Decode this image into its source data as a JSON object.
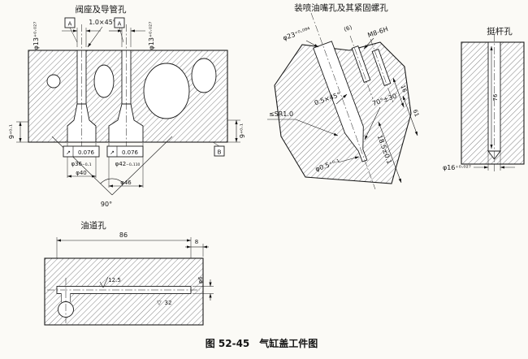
{
  "caption": "图 52-45　气缸盖工件图",
  "symbols": {
    "runout": "↗",
    "finish_triangle": "▽"
  },
  "valve_section": {
    "title": "阀座及导管孔",
    "d13_left": "φ13⁺⁰·⁰²⁷",
    "d13_right": "φ13⁺⁰·⁰²⁷",
    "chamfer": "1.0×45°",
    "datum_a": "A",
    "datum_b": "B",
    "h9_left": "9⁺⁰·¹",
    "h9_right": "9⁺⁰·¹",
    "runout_left": "0.076",
    "runout_right": "0.076",
    "d36": "φ36₋₀.₁",
    "d42": "φ42₋₀.₁₁₀",
    "d40": "φ40",
    "d46": "φ46",
    "seat_angle": "90°"
  },
  "injector_section": {
    "title": "装喷油嘴孔及其紧固螺孔",
    "d23": "φ23⁺⁰·⁰⁸⁴",
    "ref6": "(6)",
    "thread": "M8-6H",
    "chamfer": "0.5×45°",
    "cone_angle": "70°±30′",
    "sr": "≤SR1.0",
    "d05": "φ0.5⁺⁰·¹",
    "depth": "18.5±0.1",
    "dim16": "16",
    "dim61": "61"
  },
  "tappet_section": {
    "title": "挺杆孔",
    "d16": "φ16⁺⁰·⁰²⁷",
    "depth": "76"
  },
  "oil_section": {
    "title": "油道孔",
    "len86": "86",
    "len8": "8",
    "d6": "φ6",
    "ra12_5": "12.5",
    "ra32": "32"
  }
}
